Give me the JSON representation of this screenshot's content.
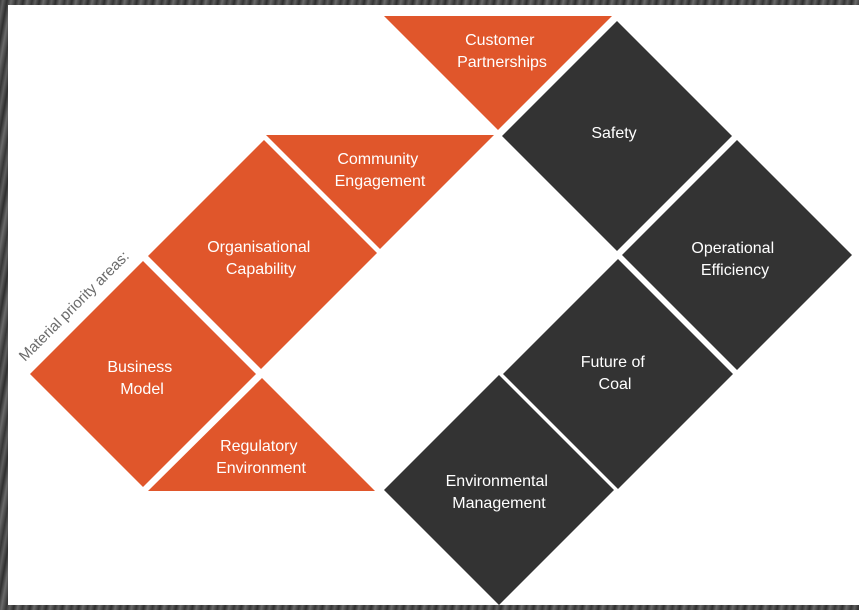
{
  "colors": {
    "orange": "#e0562b",
    "dark": "#333333",
    "text": "#ffffff",
    "caption": "#6b6b6b"
  },
  "caption": "Material priority areas:",
  "areas": {
    "customer_partnerships": {
      "line1": "Customer",
      "line2": "Partnerships"
    },
    "community_engagement": {
      "line1": "Community",
      "line2": "Engagement"
    },
    "organisational_capability": {
      "line1": "Organisational",
      "line2": "Capability"
    },
    "business_model": {
      "line1": "Business",
      "line2": "Model"
    },
    "regulatory_environment": {
      "line1": "Regulatory",
      "line2": "Environment"
    },
    "safety": {
      "line1": "Safety"
    },
    "operational_efficiency": {
      "line1": "Operational",
      "line2": "Efficiency"
    },
    "future_of_coal": {
      "line1": "Future of",
      "line2": "Coal"
    },
    "environmental_management": {
      "line1": "Environmental",
      "line2": "Management"
    }
  }
}
